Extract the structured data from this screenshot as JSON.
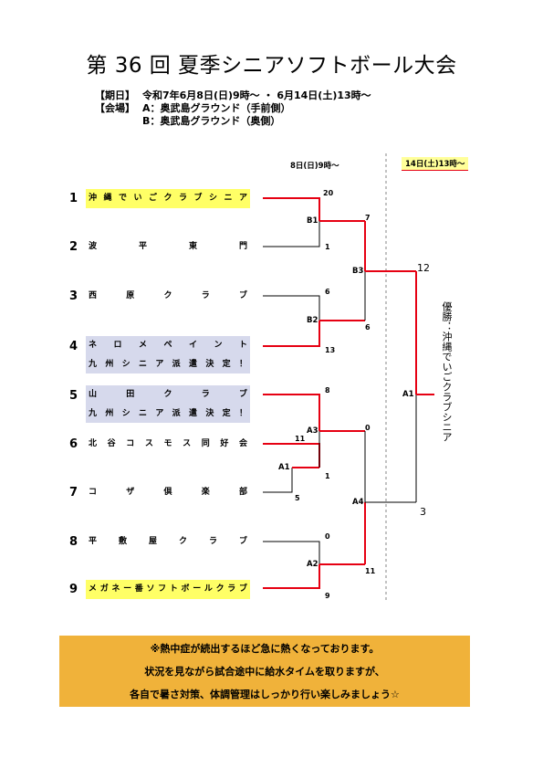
{
  "title": "第 36 回 夏季シニアソフトボール大会",
  "info": {
    "date_label": "【期日】",
    "date_text": "令和7年6月8日(日)9時～ ・ 6月14日(土)13時～",
    "venue_label": "【会場】",
    "venue_a": "A：奥武島グラウンド（手前側）",
    "venue_b": "B：奥武島グラウンド（奥側）"
  },
  "day1_header": "8日(日)9時～",
  "day2_header": "14日(土)13時～",
  "teams": [
    {
      "seed": "1",
      "name": "沖縄でいごクラブシニア",
      "highlight": "yellow"
    },
    {
      "seed": "2",
      "name": "波平東門",
      "highlight": "none"
    },
    {
      "seed": "3",
      "name": "西原クラブ",
      "highlight": "none"
    },
    {
      "seed": "4",
      "name": "ネロメペイント",
      "highlight": "blue",
      "note": "九州シニア派遣決定！"
    },
    {
      "seed": "5",
      "name": "山田クラブ",
      "highlight": "blue",
      "note": "九州シニア派遣決定！"
    },
    {
      "seed": "6",
      "name": "北谷コスモス同好会",
      "highlight": "none"
    },
    {
      "seed": "7",
      "name": "コザ倶楽部",
      "highlight": "none"
    },
    {
      "seed": "8",
      "name": "平敷屋クラブ",
      "highlight": "none"
    },
    {
      "seed": "9",
      "name": "メガネー番ソフトボールクラブ",
      "highlight": "yellow"
    }
  ],
  "matches": {
    "B1": {
      "label": "B1",
      "top": "20",
      "bottom": "1"
    },
    "B2": {
      "label": "B2",
      "top": "6",
      "bottom": "13"
    },
    "B3": {
      "label": "B3",
      "top": "7",
      "bottom": "6"
    },
    "A1": {
      "label": "A1",
      "top": "11",
      "bottom": "5"
    },
    "A3": {
      "label": "A3",
      "top": "8",
      "bottom": "1"
    },
    "A2": {
      "label": "A2",
      "top": "0",
      "bottom": "9"
    },
    "A4": {
      "label": "A4",
      "top": "0",
      "bottom": "11"
    },
    "Final": {
      "label": "A1",
      "top": "12",
      "bottom": "3"
    }
  },
  "champion": "優勝：沖縄でいごクラブシニア",
  "notice": [
    "※熱中症が続出するほど急に熱くなっております。",
    "状況を見ながら試合途中に給水タイムを取りますが、",
    "各自で暑さ対策、体調管理はしっかり行い楽しみましょう☆"
  ],
  "colors": {
    "winner_line": "#e60012",
    "line": "#000000",
    "yellow": "#ffff66",
    "blue": "#d6d9ec",
    "notice_bg": "#f0b23a"
  }
}
